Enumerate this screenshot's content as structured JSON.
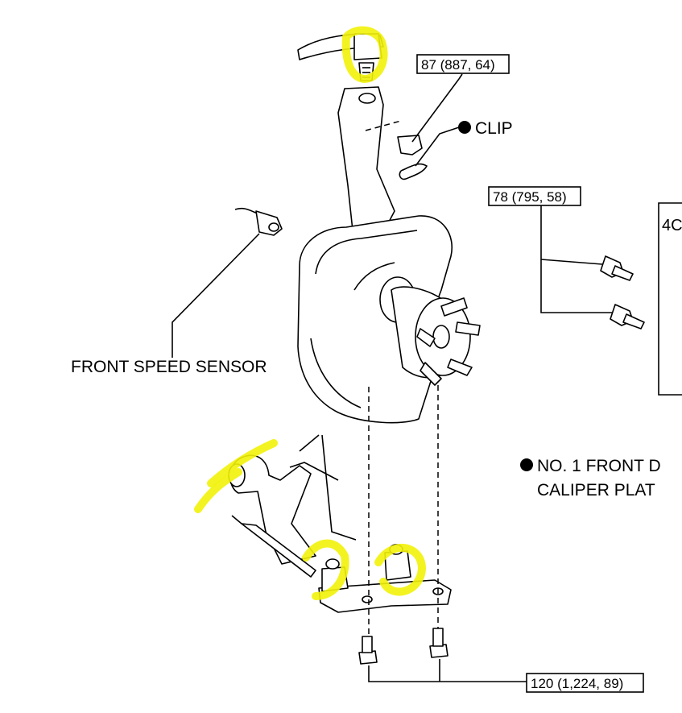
{
  "labels": {
    "torque_top": "87 (887, 64)",
    "clip": "CLIP",
    "torque_bolts": "78 (795, 58)",
    "front_speed_sensor": "FRONT SPEED SENSOR",
    "cut_box_text": "4C",
    "note_line1": "NO. 1 FRONT D",
    "note_line2": "CALIPER PLAT",
    "torque_bottom": "120 (1,224, 89)"
  },
  "colors": {
    "highlight": "#f2f20a",
    "ink": "#000000"
  },
  "icons": {
    "bullet": "filled-circle"
  }
}
